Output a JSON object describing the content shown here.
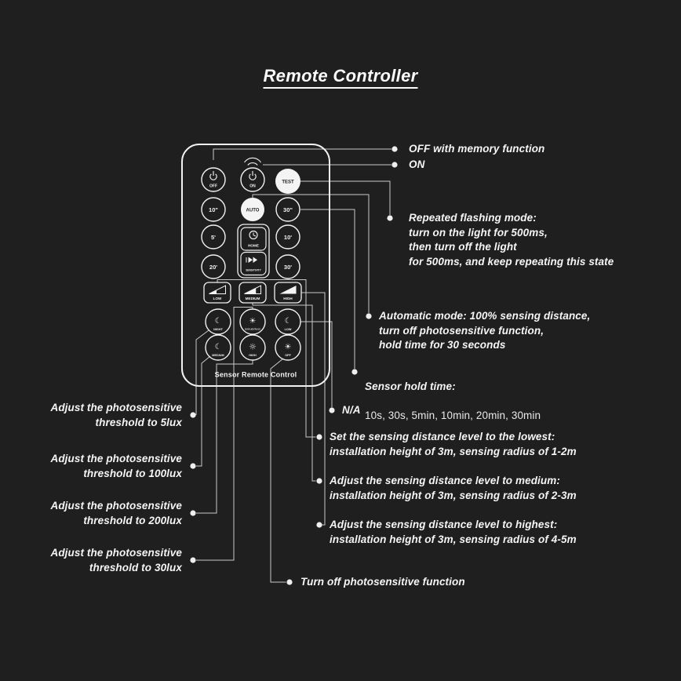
{
  "page": {
    "title": "Remote Controller",
    "background": "#1f1f1f",
    "line_color": "#c9c9c9",
    "text_color": "#f5f5f5"
  },
  "remote": {
    "footer_label": "Sensor Remote Control",
    "buttons": {
      "off": "OFF",
      "on": "ON",
      "test": "TEST",
      "t10s": "10\"",
      "auto": "AUTO",
      "t30s": "30\"",
      "t5m": "5'",
      "home": "HOME",
      "t10m": "10'",
      "t20m": "20'",
      "sensitivity": "SENSITIVITY",
      "t30m": "30'",
      "dist_low": "LOW",
      "dist_medium": "MEDIUM",
      "dist_high": "HIGH",
      "night": "NIGHT",
      "daylight": "DAY/LIGHT/LUX",
      "lux_low": "LOW",
      "lux_medium": "MEDIUM",
      "lux_high": "HIGH",
      "lux_off": "OFF"
    }
  },
  "callouts": {
    "off_memory": "OFF with memory function",
    "on": "ON",
    "flashing": "Repeated flashing mode:\nturn on the light for 500ms,\nthen turn off the light\nfor 500ms, and keep repeating this state",
    "automatic": "Automatic mode: 100% sensing distance,\nturn off photosensitive function,\nhold time for 30 seconds",
    "hold_time_title": "Sensor hold time:",
    "hold_time_values": "10s, 30s, 5min, 10min, 20min, 30min",
    "na": "N/A",
    "distance_low": "Set the sensing distance level to the lowest:\ninstallation height of 3m, sensing radius of 1-2m",
    "distance_medium": "Adjust the sensing distance level to medium:\ninstallation height of 3m, sensing radius of 2-3m",
    "distance_high": "Adjust the sensing distance level to highest:\ninstallation height of 3m, sensing radius of 4-5m",
    "photo_off": "Turn off photosensitive function",
    "lux5": "Adjust the photosensitive\nthreshold to 5lux",
    "lux100": "Adjust the photosensitive\nthreshold to 100lux",
    "lux200": "Adjust the photosensitive\nthreshold to 200lux",
    "lux30": "Adjust the photosensitive\nthreshold to 30lux"
  }
}
